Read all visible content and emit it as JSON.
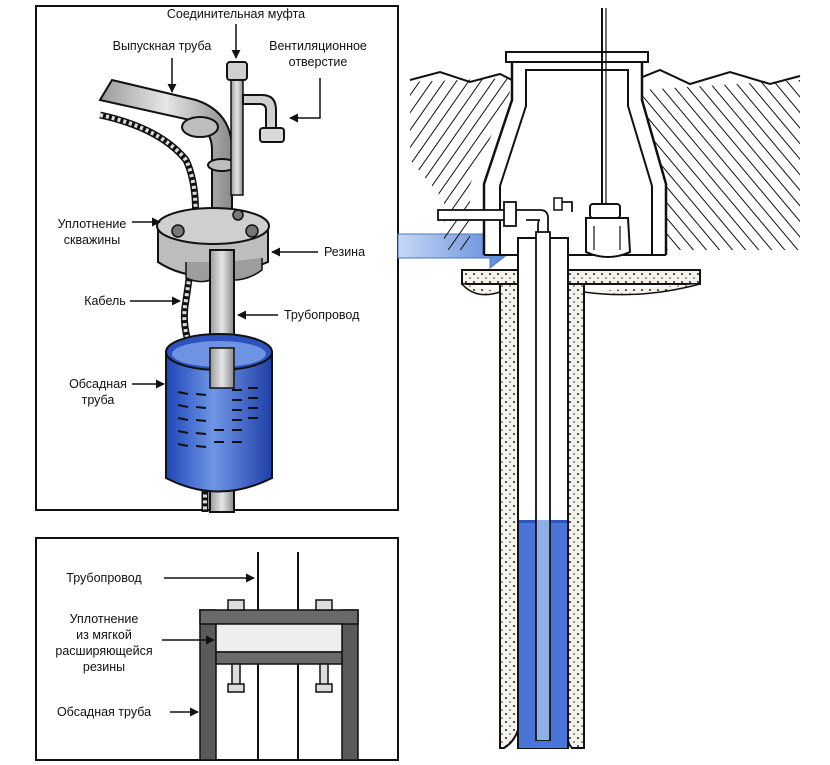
{
  "colors": {
    "water_blue": "#3f6fd8",
    "water_light": "#a9c2ef",
    "arrow_blue": "#5b86d6",
    "concrete": "#f4f1ea",
    "steel": "#d8d8d8",
    "outline": "#111111"
  },
  "top_panel": {
    "labels": {
      "coupling": "Соединительная муфта",
      "outlet_pipe": "Выпускная труба",
      "vent_1": "Вентиляционное",
      "vent_2": "отверстие",
      "well_seal_1": "Уплотнение",
      "well_seal_2": "скважины",
      "rubber": "Резина",
      "cable": "Кабель",
      "pipeline": "Трубопровод",
      "casing_1": "Обсадная",
      "casing_2": "труба"
    }
  },
  "bottom_panel": {
    "labels": {
      "pipeline": "Трубопровод",
      "seal_1": "Уплотнение",
      "seal_2": "из мягкой",
      "seal_3": "расширяющейся",
      "seal_4": "резины",
      "casing": "Обсадная труба"
    }
  },
  "icons": {
    "arrow": "arrow-right-icon",
    "pump": "pump-icon"
  }
}
